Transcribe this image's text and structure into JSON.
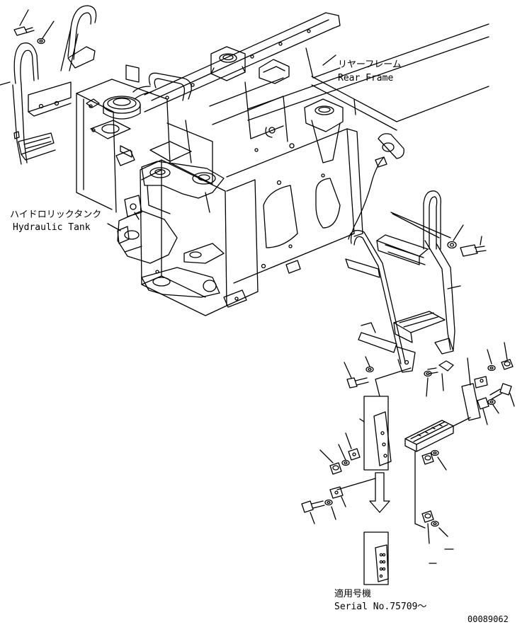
{
  "labels": {
    "rear_frame_jp": "リヤーフレーム",
    "rear_frame_en": "Rear Frame",
    "hydraulic_tank_jp": "ハイドロリックタンク",
    "hydraulic_tank_en": "Hydraulic Tank",
    "serial_jp": "適用号機",
    "serial_en": "Serial No.75709〜",
    "drawing_number": "00089062"
  },
  "colors": {
    "line": "#000000",
    "background": "#ffffff"
  }
}
